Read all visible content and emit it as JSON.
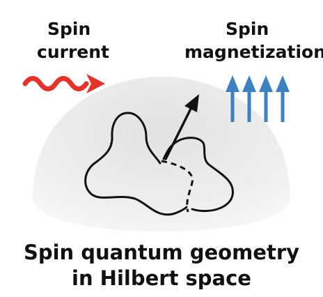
{
  "labels": {
    "spin_current_line1": "Spin",
    "spin_current_line2": "current",
    "spin_magnetization_line1": "Spin",
    "spin_magnetization_line2": "magnetization"
  },
  "caption": {
    "line1": "Spin quantum geometry",
    "line2": "in Hilbert space"
  },
  "colors": {
    "wave": "#e63228",
    "magnetization_arrows": "#3c82c3",
    "dome": "#eeeeee",
    "curve": "#111111"
  },
  "icons": {
    "spin_current": "wavy-arrow-icon",
    "magnetization": "up-arrow-icon",
    "state_vector": "diagonal-arrow-icon"
  }
}
